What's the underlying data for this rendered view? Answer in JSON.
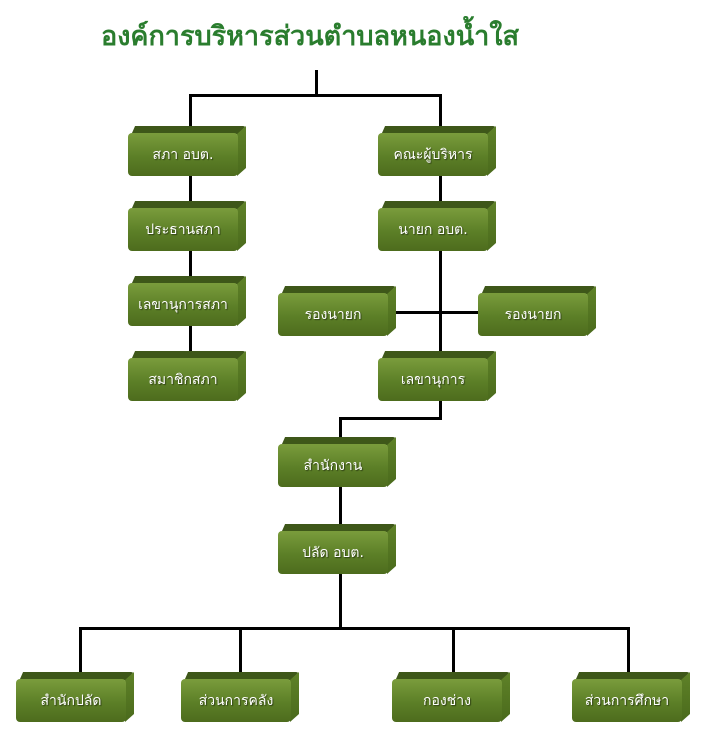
{
  "title": "องค์การบริหารส่วนตำบลหนองน้ำใส",
  "council": [
    "สภา อบต.",
    "ประธานสภา",
    "เลขานุการสภา",
    "สมาชิกสภา"
  ],
  "executive": {
    "board": "คณะผู้บริหาร",
    "mayor": "นายก อบต.",
    "deputy_left": "รองนายก",
    "deputy_right": "รองนายก",
    "secretary": "เลขานุการ"
  },
  "office": "สำนักงาน",
  "chief": "ปลัด อบต.",
  "departments": [
    "สำนักปลัด",
    "ส่วนการคลัง",
    "กองช่าง",
    "ส่วนการศึกษา"
  ]
}
